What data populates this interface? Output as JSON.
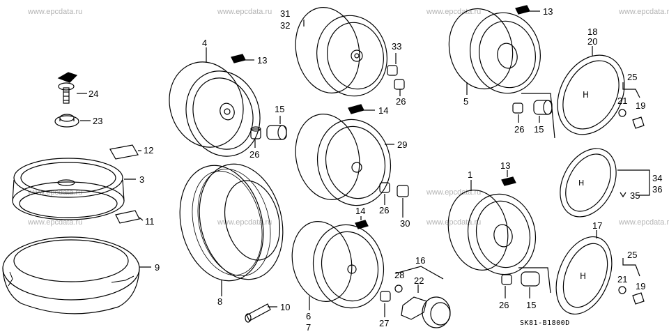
{
  "watermark": "www.epcdata.ru",
  "catalog_code": "SK81-B1800D",
  "callouts": {
    "c1": "1",
    "c3": "3",
    "c4": "4",
    "c5": "5",
    "c6": "6",
    "c7": "7",
    "c8": "8",
    "c9": "9",
    "c10": "10",
    "c11": "11",
    "c12": "12",
    "c13a": "13",
    "c13b": "13",
    "c13c": "13",
    "c14a": "14",
    "c14b": "14",
    "c15a": "15",
    "c15b": "15",
    "c15c": "15",
    "c16": "16",
    "c17": "17",
    "c18": "18",
    "c19a": "19",
    "c19b": "19",
    "c20": "20",
    "c21a": "21",
    "c21b": "21",
    "c22": "22",
    "c23": "23",
    "c24": "24",
    "c25a": "25",
    "c25b": "25",
    "c26a": "26",
    "c26b": "26",
    "c26c": "26",
    "c26d": "26",
    "c26e": "26",
    "c27": "27",
    "c28": "28",
    "c29": "29",
    "c30": "30",
    "c31": "31",
    "c32": "32",
    "c33": "33",
    "c34": "34",
    "c35": "35",
    "c36": "36"
  }
}
